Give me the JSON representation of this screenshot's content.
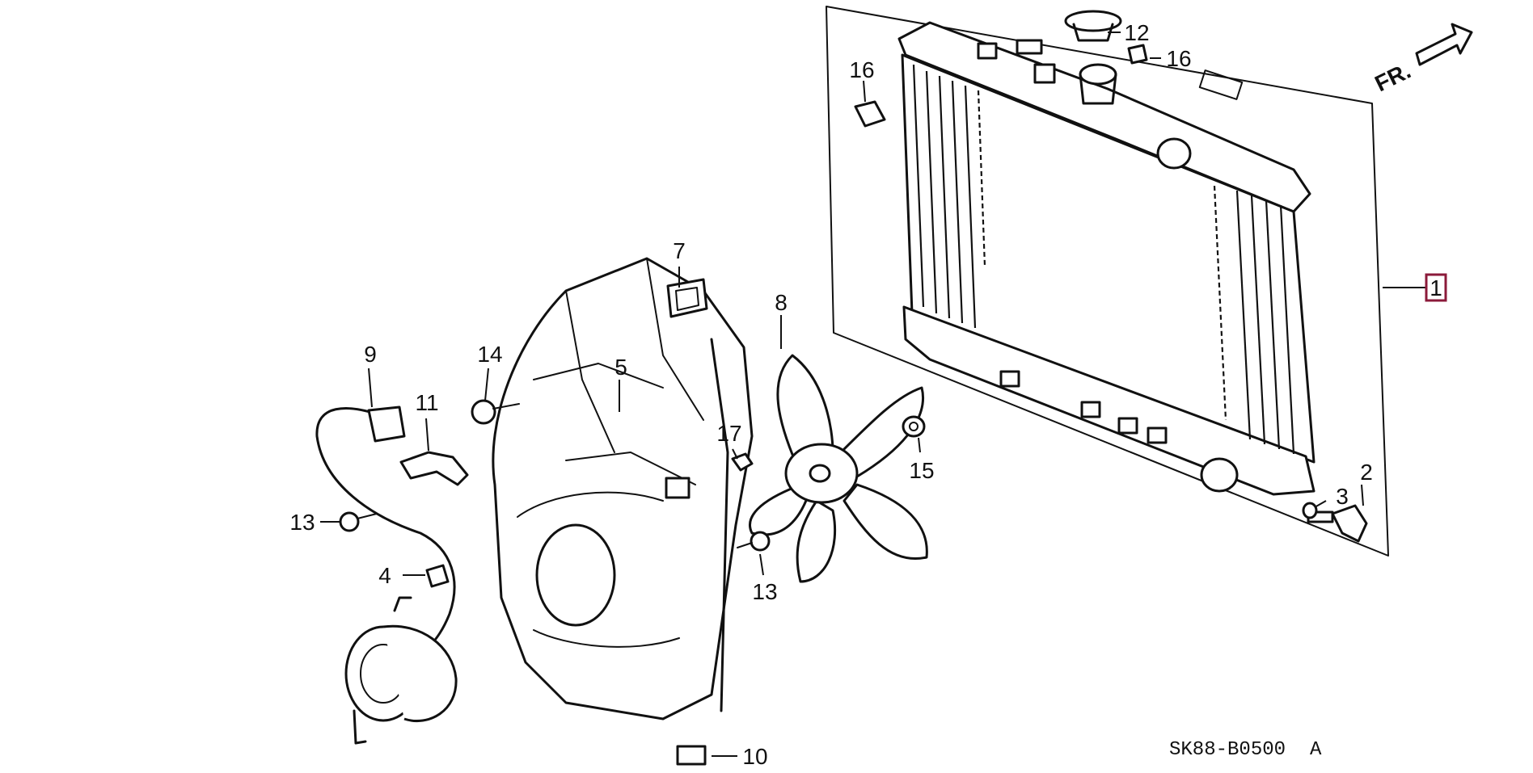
{
  "diagram": {
    "reference_code": "SK88-B0500",
    "reference_suffix": "A",
    "front_indicator": "FR.",
    "callouts": {
      "c1": "1",
      "c2": "2",
      "c3": "3",
      "c4": "4",
      "c5": "5",
      "c7": "7",
      "c8": "8",
      "c9": "9",
      "c10": "10",
      "c11": "11",
      "c12": "12",
      "c13a": "13",
      "c13b": "13",
      "c14": "14",
      "c15": "15",
      "c16a": "16",
      "c16b": "16",
      "c17": "17"
    },
    "colors": {
      "line": "#111111",
      "highlight": "#8b1a3a",
      "background": "#ffffff"
    }
  }
}
